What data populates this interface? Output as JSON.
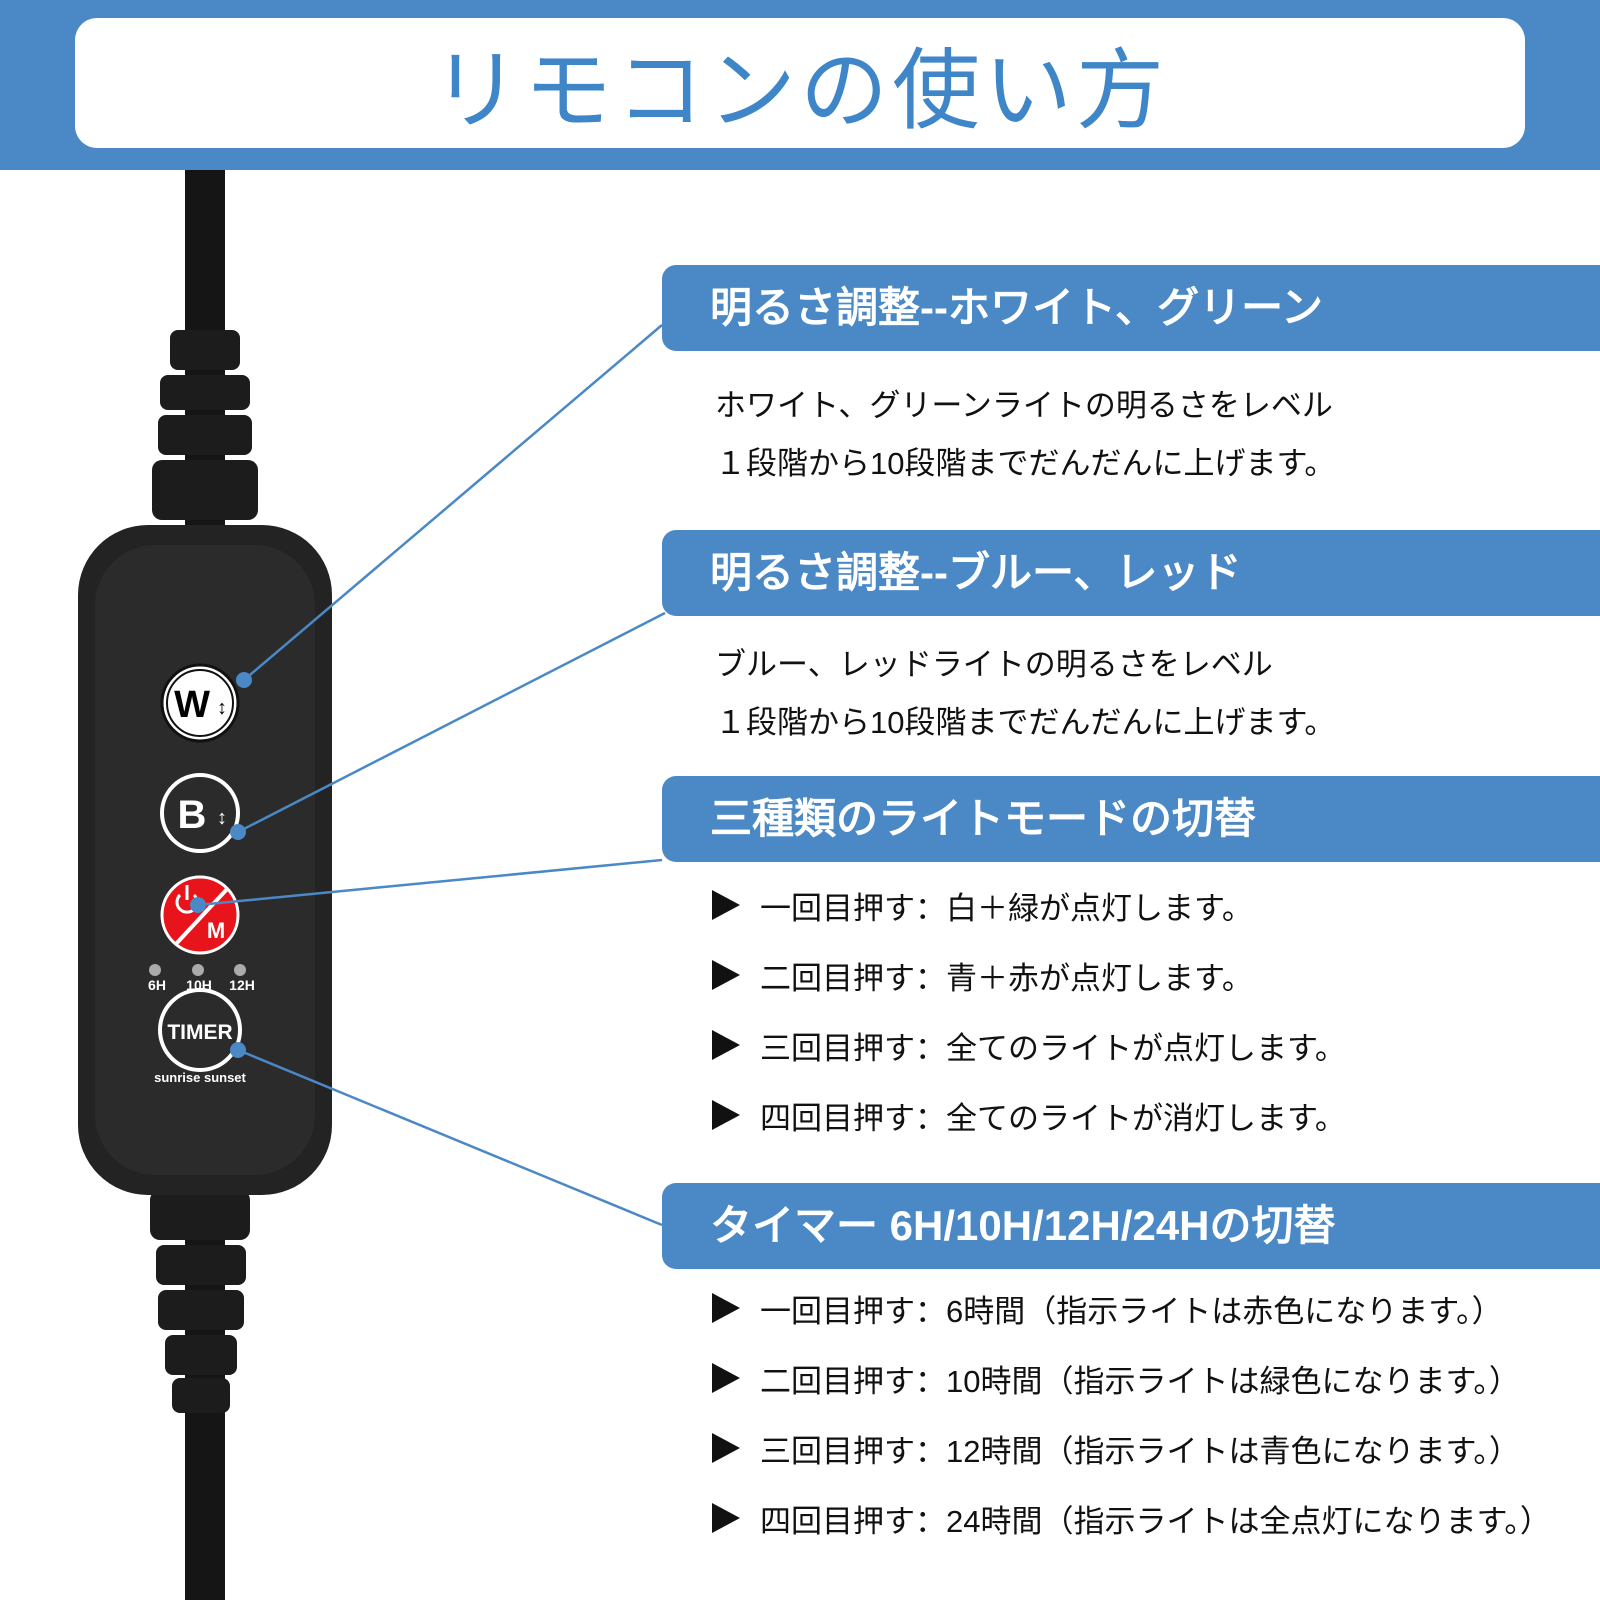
{
  "title": "リモコンの使い方",
  "remote": {
    "buttons": {
      "w": "W",
      "b": "B",
      "mode": "M",
      "timer": "TIMER",
      "timer_sub": "sunrise sunset"
    },
    "led_labels": [
      "6H",
      "10H",
      "12H"
    ]
  },
  "sections": [
    {
      "header": "明るさ調整--ホワイト、グリーン",
      "lines": [
        "ホワイト、グリーンライトの明るさをレベル",
        "１段階から10段階までだんだんに上げます。"
      ]
    },
    {
      "header": "明るさ調整--ブルー、レッド",
      "lines": [
        "ブルー、レッドライトの明るさをレベル",
        "１段階から10段階までだんだんに上げます。"
      ]
    },
    {
      "header": "三種類のライトモードの切替",
      "bullets": [
        "一回目押す：白＋緑が点灯します。",
        "二回目押す：青＋赤が点灯します。",
        "三回目押す：全てのライトが点灯します。",
        "四回目押す：全てのライトが消灯します。"
      ]
    },
    {
      "header": "タイマー 6H/10H/12H/24Hの切替",
      "bullets": [
        "一回目押す：6時間（指示ライトは赤色になります。）",
        "二回目押す：10時間（指示ライトは緑色になります。）",
        "三回目押す：12時間（指示ライトは青色になります。）",
        "四回目押す：24時間（指示ライトは全点灯になります。）"
      ]
    }
  ],
  "colors": {
    "accent": "#4a88c6",
    "mode_button": "#e8141c",
    "remote_body": "#232323"
  }
}
